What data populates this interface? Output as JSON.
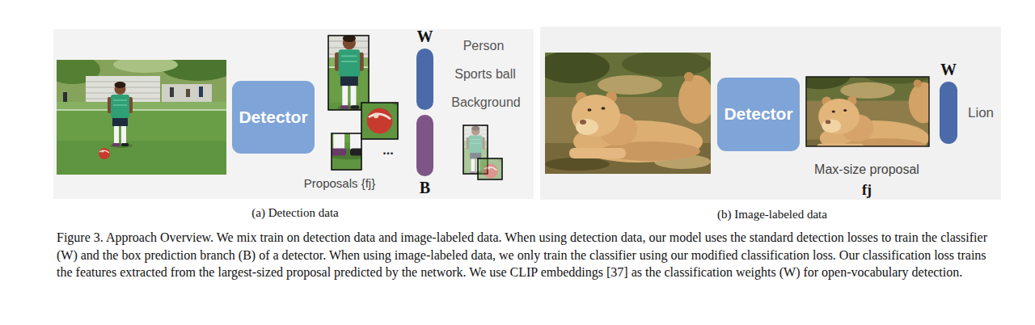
{
  "diagram": {
    "caption": "Figure 3. Approach Overview. We mix train on detection data and image-labeled data. When using detection data, our model uses the standard detection losses to train the classifier (W) and the box prediction branch (B) of a detector. When using image-labeled data, we only train the classifier using our modified classification loss. Our classification loss trains the features extracted from the largest-sized proposal predicted by the network. We use CLIP embeddings [37] as the classification weights (W) for open-vocabulary detection.",
    "nodes": [
      {
        "text": [
          "Detector"
        ]
      },
      {
        "text": [
          "W"
        ]
      },
      {
        "text": [
          "B"
        ]
      },
      {
        "text": [
          "Detector"
        ]
      },
      {
        "text": [
          "W"
        ]
      }
    ],
    "labels": [
      "Person",
      "Sports ball",
      "Background",
      "...",
      "Proposals {fj}",
      "Lion",
      "Max-size proposal",
      "fj",
      "(a) Detection data",
      "(b) Image-labeled data"
    ]
  }
}
